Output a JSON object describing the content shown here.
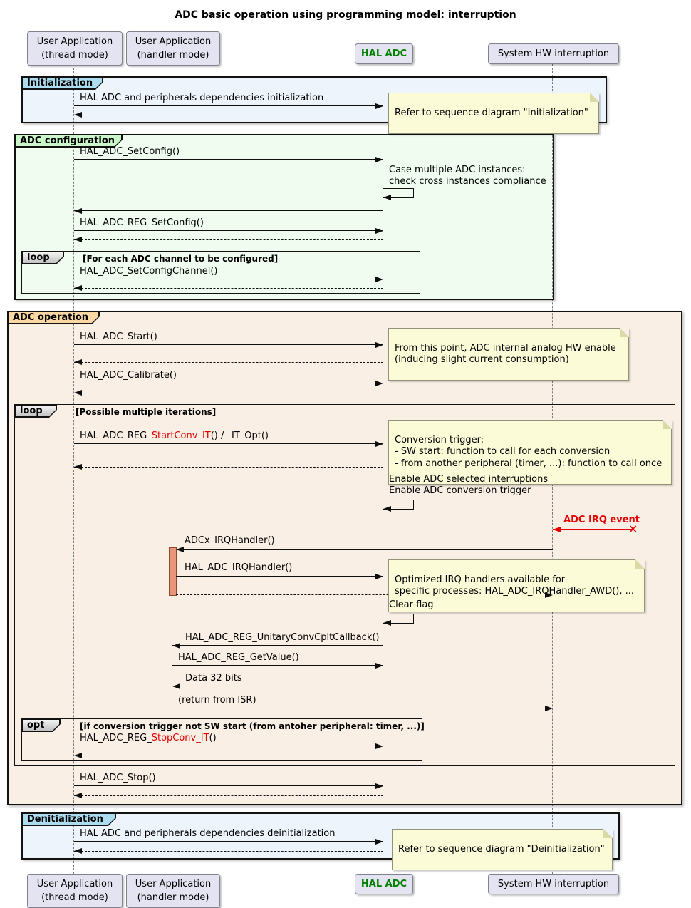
{
  "title": "ADC basic operation using programming model: interruption",
  "participants": {
    "thread": {
      "label": "User Application\n(thread mode)"
    },
    "handler": {
      "label": "User Application\n(handler mode)"
    },
    "hal": {
      "label": "HAL ADC"
    },
    "sys": {
      "label": "System HW interruption"
    }
  },
  "frames": {
    "initialization": {
      "label": "Initialization"
    },
    "configuration": {
      "label": "ADC configuration"
    },
    "operation": {
      "label": "ADC operation"
    },
    "deinitialization": {
      "label": "Denitialization"
    },
    "loop_channels": {
      "keyword": "loop",
      "guard": "[For each ADC channel to be configured]"
    },
    "loop_iterations": {
      "keyword": "loop",
      "guard": "[Possible multiple iterations]"
    },
    "opt_stop": {
      "keyword": "opt",
      "guard": "[if conversion trigger not SW start (from antoher peripheral: timer, ...)]"
    }
  },
  "messages": {
    "init": "HAL ADC and peripherals dependencies initialization",
    "set_config": "HAL_ADC_SetConfig()",
    "check_instances": "Case multiple ADC instances:\ncheck cross instances compliance",
    "reg_set_config": "HAL_ADC_REG_SetConfig()",
    "set_config_channel": "HAL_ADC_SetConfigChannel()",
    "start": "HAL_ADC_Start()",
    "calibrate": "HAL_ADC_Calibrate()",
    "start_conv": {
      "prefix": "HAL_ADC_REG_",
      "red": "StartConv_IT",
      "suffix": "() / _IT_Opt()"
    },
    "enable_irq": "Enable ADC selected interruptions\nEnable ADC conversion trigger",
    "adc_irq_event": "ADC IRQ event",
    "adcx_irq_handler": "ADCx_IRQHandler()",
    "hal_irq_handler": "HAL_ADC_IRQHandler()",
    "clear_flag": "Clear flag",
    "unitary_callback": "HAL_ADC_REG_UnitaryConvCpltCallback()",
    "get_value": "HAL_ADC_REG_GetValue()",
    "data_32": "Data 32 bits",
    "return_isr": "(return from ISR)",
    "stop_conv": {
      "prefix": "HAL_ADC_REG_",
      "red": "StopConv_IT",
      "suffix": "()"
    },
    "stop": "HAL_ADC_Stop()",
    "deinit": "HAL ADC and peripherals dependencies deinitialization"
  },
  "notes": {
    "init_ref": "Refer to sequence diagram \"Initialization\"",
    "analog_hw": "From this point, ADC internal analog HW enable\n(inducing slight current consumption)",
    "conversion_trigger": "Conversion trigger:\n- SW start: function to call for each conversion\n- from another peripheral (timer, ...): function to call once",
    "optimized_irq": "Optimized IRQ handlers available for\nspecific processes: HAL_ADC_IRQHandler_AWD(), ...",
    "deinit_ref": "Refer to sequence diagram \"Deinitialization\""
  },
  "colors": {
    "hal_adc_green": "#008000",
    "alert_red": "#E60000",
    "participant_fill": "#E3E3F2",
    "init_header": "#ABDCF0",
    "init_body": "#EDF4FC",
    "config_header": "#C9F7C9",
    "config_body": "#EFFCEF",
    "operation_header": "#FBD8A3",
    "operation_body": "#FAEFE4",
    "note_fill": "#FBFBD7",
    "activation_fill": "#E8967A"
  }
}
